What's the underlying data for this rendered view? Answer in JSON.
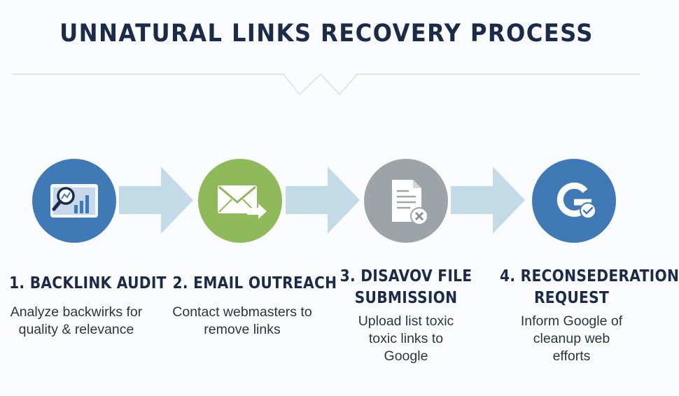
{
  "title": "UNNATURAL LINKS RECOVERY PROCESS",
  "colors": {
    "navy": "#1b2b4a",
    "blue": "#3f79b6",
    "green": "#8fba5a",
    "gray": "#9ea3a8",
    "arrow": "#c3dbe6"
  },
  "steps": [
    {
      "title_line1": "1. BACKLINK AUDIT",
      "title_line2": "",
      "desc_line1": "Analyze backwirks for",
      "desc_line2": "quality & relevance",
      "desc_line3": "",
      "icon": "search-analytics-icon",
      "color": "#3f79b6"
    },
    {
      "title_line1": "2. EMAIL OUTREACH",
      "title_line2": "",
      "desc_line1": "Contact webmasters to",
      "desc_line2": "remove links",
      "desc_line3": "",
      "icon": "email-send-icon",
      "color": "#8fba5a"
    },
    {
      "title_line1": "3. DISAVOV FILE",
      "title_line2": "SUBMISSION",
      "desc_line1": "Upload list toxic",
      "desc_line2": "toxic links to",
      "desc_line3": "Google",
      "icon": "document-remove-icon",
      "color": "#9ea3a8"
    },
    {
      "title_line1": "4. RECONSEDERATION",
      "title_line2": "REQUEST",
      "desc_line1": "Inform Google of",
      "desc_line2": "cleanup web",
      "desc_line3": "efforts",
      "icon": "google-check-icon",
      "color": "#3f79b6"
    }
  ]
}
